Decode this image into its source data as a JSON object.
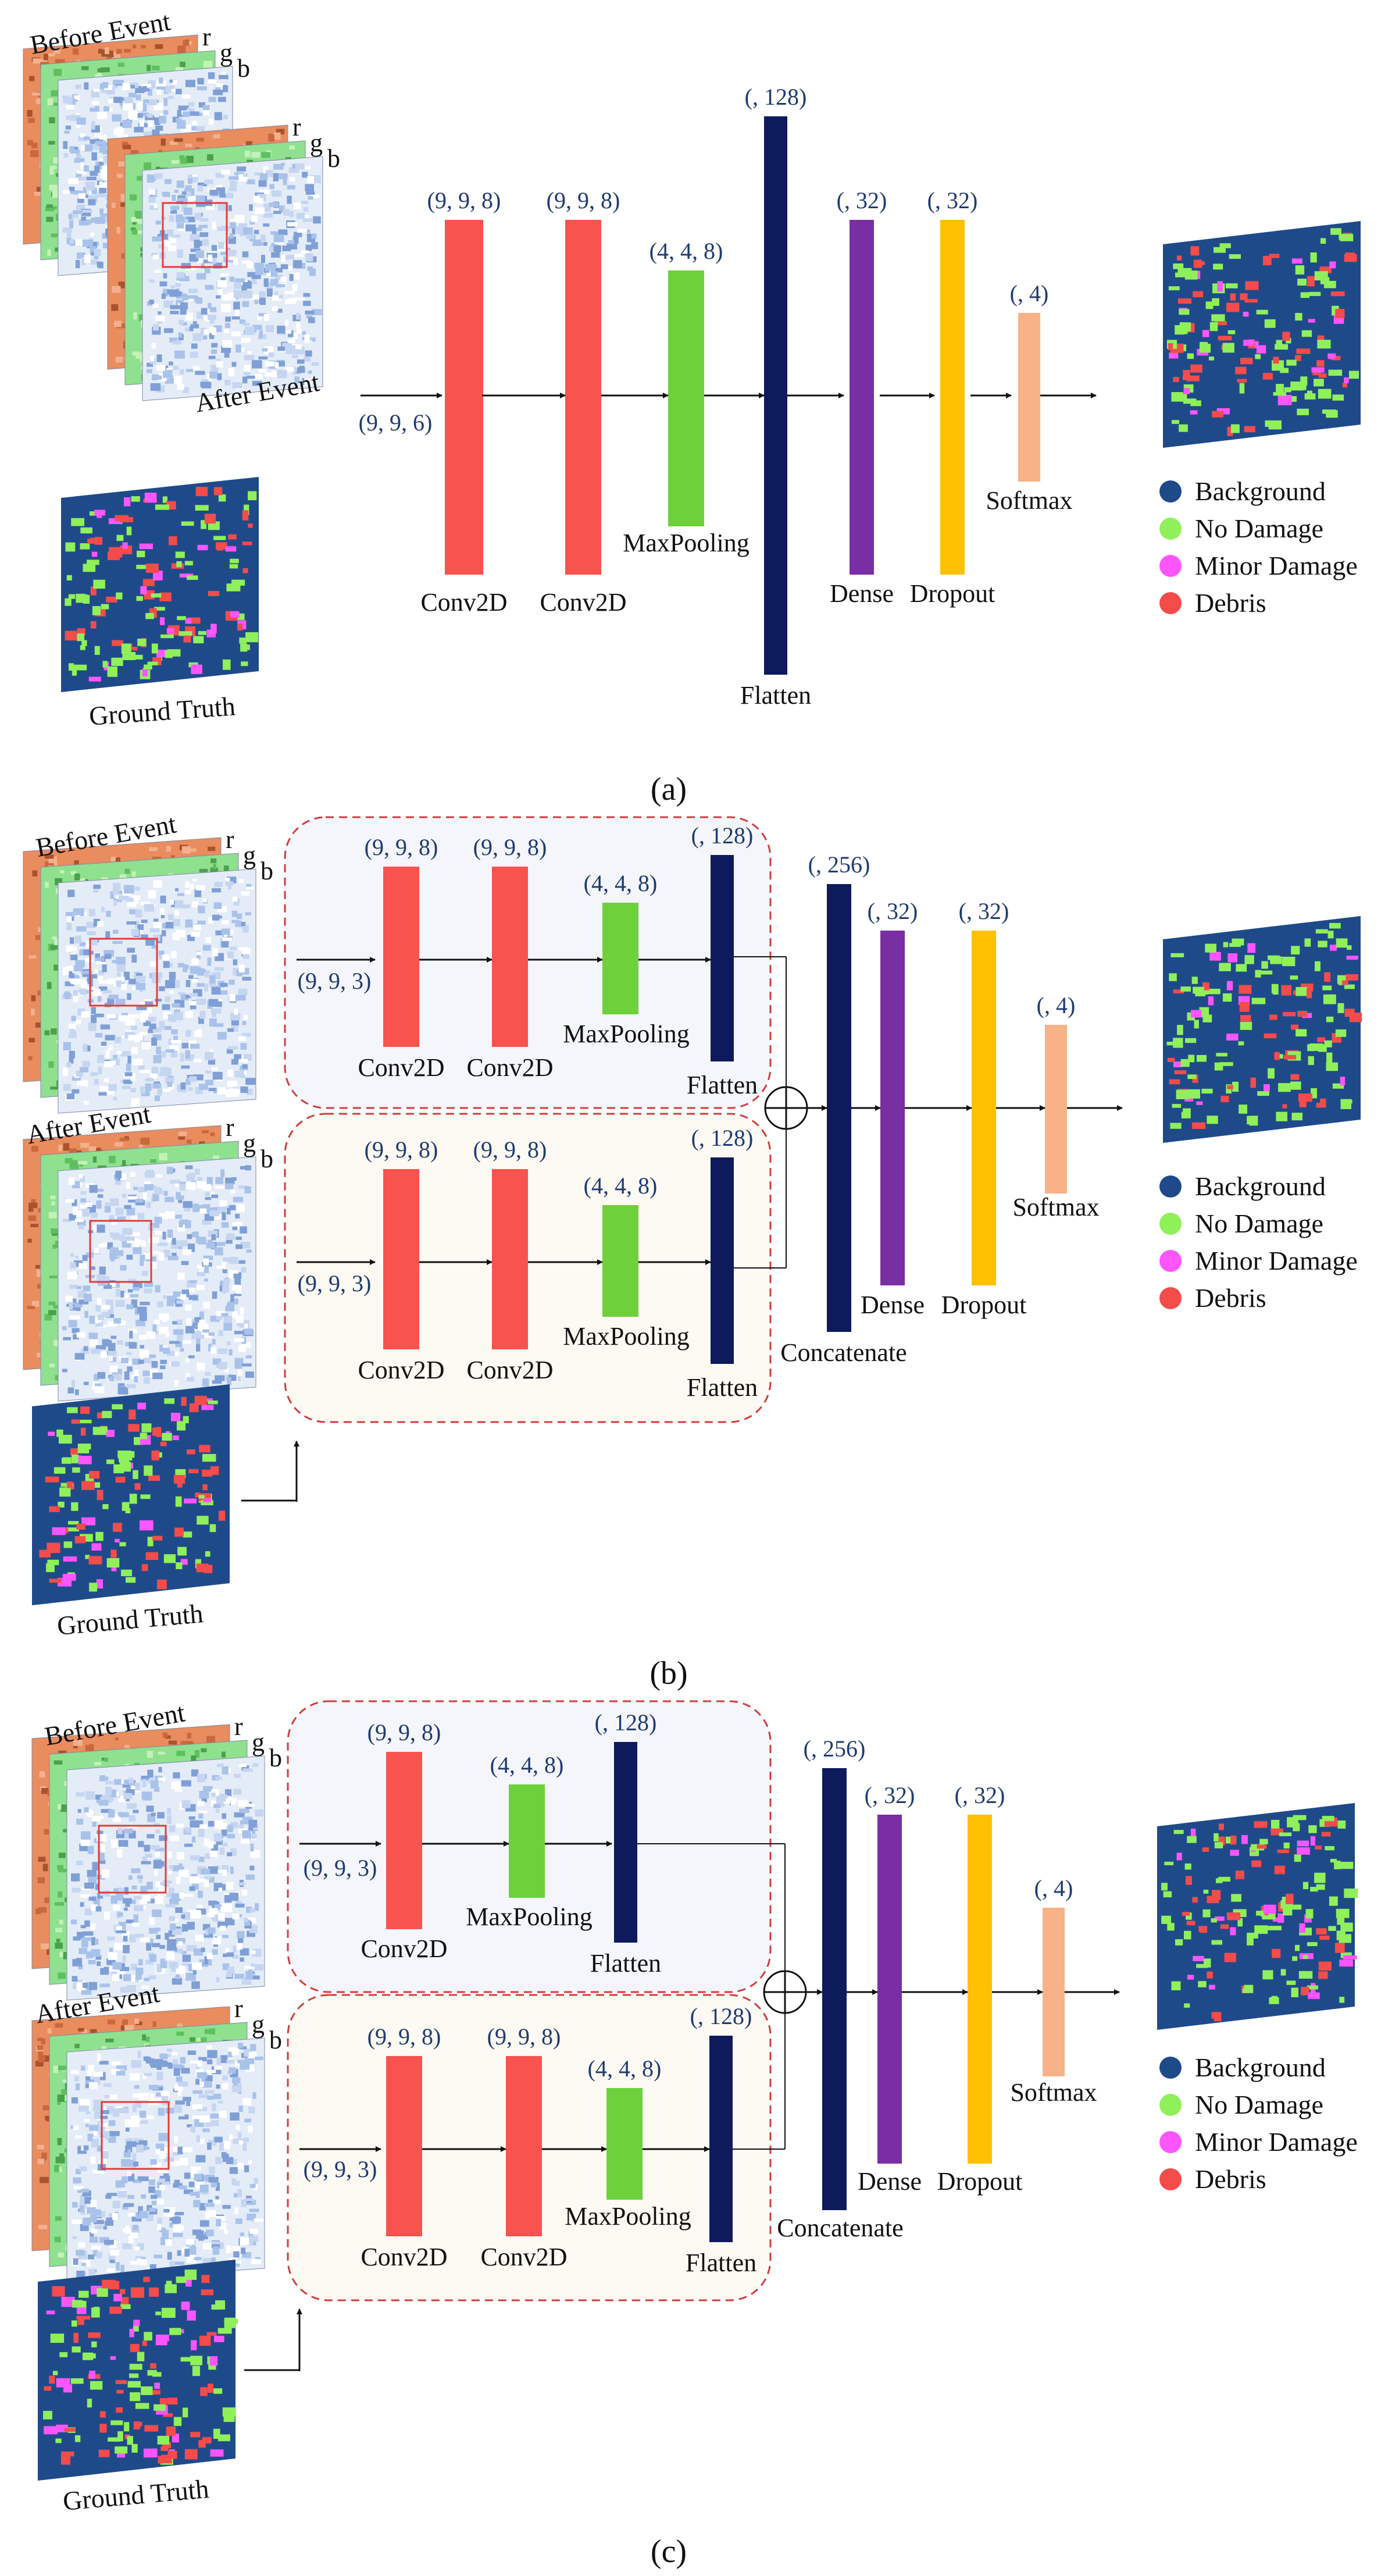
{
  "colors": {
    "conv": "#f8534f",
    "maxpool": "#6ed13c",
    "flatten": "#0d1a5c",
    "dense": "#7a2ea3",
    "dropout": "#ffc000",
    "softmax": "#f9b187",
    "dim_text": "#1f3a73",
    "panel1_bg": "#f4f6fb",
    "panel2_bg": "#fcfaf2",
    "panel_border": "#d23c3c",
    "background_class": "#1f4a8a",
    "no_damage_class": "#8ff05a",
    "minor_damage_class": "#ff55ff",
    "debris_class": "#f44b4b",
    "image_blue": "#bcd3f0",
    "image_green": "#8fe08f",
    "image_orange": "#e98c5e"
  },
  "legend": [
    {
      "label": "Background",
      "color": "#1f4a8a"
    },
    {
      "label": "No Damage",
      "color": "#8ff05a"
    },
    {
      "label": "Minor Damage",
      "color": "#ff55ff"
    },
    {
      "label": "Debris",
      "color": "#f44b4b"
    }
  ],
  "images": {
    "before_event": "Before Event",
    "after_event": "After Event",
    "ground_truth": "Ground Truth",
    "channel_r": "r",
    "channel_g": "g",
    "channel_b": "b"
  },
  "panels": [
    {
      "caption": "(a)",
      "input_dim": "(9, 9, 6)",
      "layers": [
        {
          "type": "conv",
          "label": "Conv2D",
          "dim": "(9, 9, 8)"
        },
        {
          "type": "conv",
          "label": "Conv2D",
          "dim": "(9, 9, 8)"
        },
        {
          "type": "maxpool",
          "label": "MaxPooling",
          "dim": "(4, 4, 8)"
        },
        {
          "type": "flatten",
          "label": "Flatten",
          "dim": "(, 128)"
        },
        {
          "type": "dense",
          "label": "Dense",
          "dim": "(, 32)"
        },
        {
          "type": "dropout",
          "label": "Dropout",
          "dim": "(, 32)"
        },
        {
          "type": "softmax",
          "label": "Softmax",
          "dim": "(, 4)"
        }
      ]
    },
    {
      "caption": "(b)",
      "branches": [
        {
          "input_dim": "(9, 9, 3)",
          "layers": [
            {
              "type": "conv",
              "label": "Conv2D",
              "dim": "(9, 9, 8)"
            },
            {
              "type": "conv",
              "label": "Conv2D",
              "dim": "(9, 9, 8)"
            },
            {
              "type": "maxpool",
              "label": "MaxPooling",
              "dim": "(4, 4, 8)"
            },
            {
              "type": "flatten",
              "label": "Flatten",
              "dim": "(, 128)"
            }
          ]
        },
        {
          "input_dim": "(9, 9, 3)",
          "layers": [
            {
              "type": "conv",
              "label": "Conv2D",
              "dim": "(9, 9, 8)"
            },
            {
              "type": "conv",
              "label": "Conv2D",
              "dim": "(9, 9, 8)"
            },
            {
              "type": "maxpool",
              "label": "MaxPooling",
              "dim": "(4, 4, 8)"
            },
            {
              "type": "flatten",
              "label": "Flatten",
              "dim": "(, 128)"
            }
          ]
        }
      ],
      "head": [
        {
          "type": "flatten",
          "label": "Concatenate",
          "dim": "(, 256)"
        },
        {
          "type": "dense",
          "label": "Dense",
          "dim": "(, 32)"
        },
        {
          "type": "dropout",
          "label": "Dropout",
          "dim": "(, 32)"
        },
        {
          "type": "softmax",
          "label": "Softmax",
          "dim": "(, 4)"
        }
      ]
    },
    {
      "caption": "(c)",
      "branches": [
        {
          "input_dim": "(9, 9, 3)",
          "layers": [
            {
              "type": "conv",
              "label": "Conv2D",
              "dim": "(9, 9, 8)"
            },
            {
              "type": "maxpool",
              "label": "MaxPooling",
              "dim": "(4, 4, 8)"
            },
            {
              "type": "flatten",
              "label": "Flatten",
              "dim": "(, 128)"
            }
          ]
        },
        {
          "input_dim": "(9, 9, 3)",
          "layers": [
            {
              "type": "conv",
              "label": "Conv2D",
              "dim": "(9, 9, 8)"
            },
            {
              "type": "conv",
              "label": "Conv2D",
              "dim": "(9, 9, 8)"
            },
            {
              "type": "maxpool",
              "label": "MaxPooling",
              "dim": "(4, 4, 8)"
            },
            {
              "type": "flatten",
              "label": "Flatten",
              "dim": "(, 128)"
            }
          ]
        }
      ],
      "head": [
        {
          "type": "flatten",
          "label": "Concatenate",
          "dim": "(, 256)"
        },
        {
          "type": "dense",
          "label": "Dense",
          "dim": "(, 32)"
        },
        {
          "type": "dropout",
          "label": "Dropout",
          "dim": "(, 32)"
        },
        {
          "type": "softmax",
          "label": "Softmax",
          "dim": "(, 4)"
        }
      ]
    }
  ]
}
